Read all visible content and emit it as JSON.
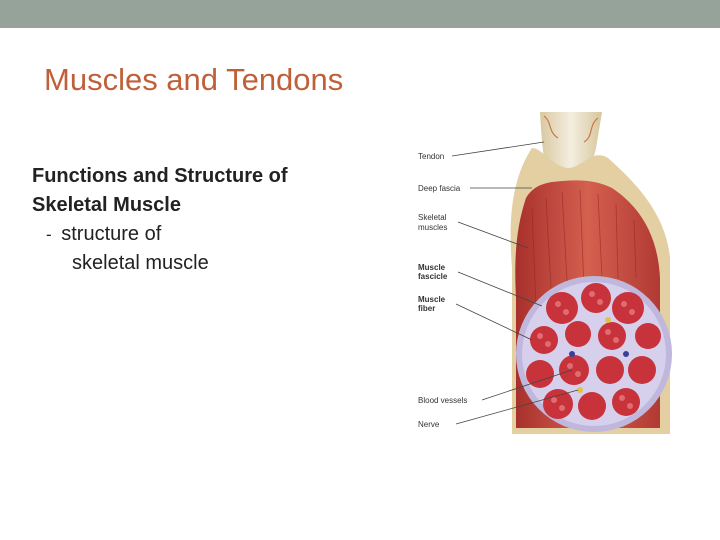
{
  "slide": {
    "title": "Muscles and Tendons",
    "heading_line1": "Functions and Structure of",
    "heading_line2": "Skeletal Muscle",
    "bullet_dash": "-",
    "bullet_text": "structure of",
    "bullet_cont": "skeletal muscle"
  },
  "figure": {
    "labels": {
      "tendon": "Tendon",
      "deep_fascia": "Deep fascia",
      "skeletal_muscle_1": "Skeletal",
      "skeletal_muscle_2": "muscles",
      "muscle_fascicle_1": "Muscle",
      "muscle_fascicle_2": "fascicle",
      "muscle_fiber_1": "Muscle",
      "muscle_fiber_2": "fiber",
      "blood_vessels": "Blood vessels",
      "nerve": "Nerve"
    }
  },
  "colors": {
    "top_band": "#95a39a",
    "title": "#c0603a",
    "muscle": "#c8473f",
    "tendon": "#e8dfc8",
    "connective": "#b9b4dc"
  }
}
